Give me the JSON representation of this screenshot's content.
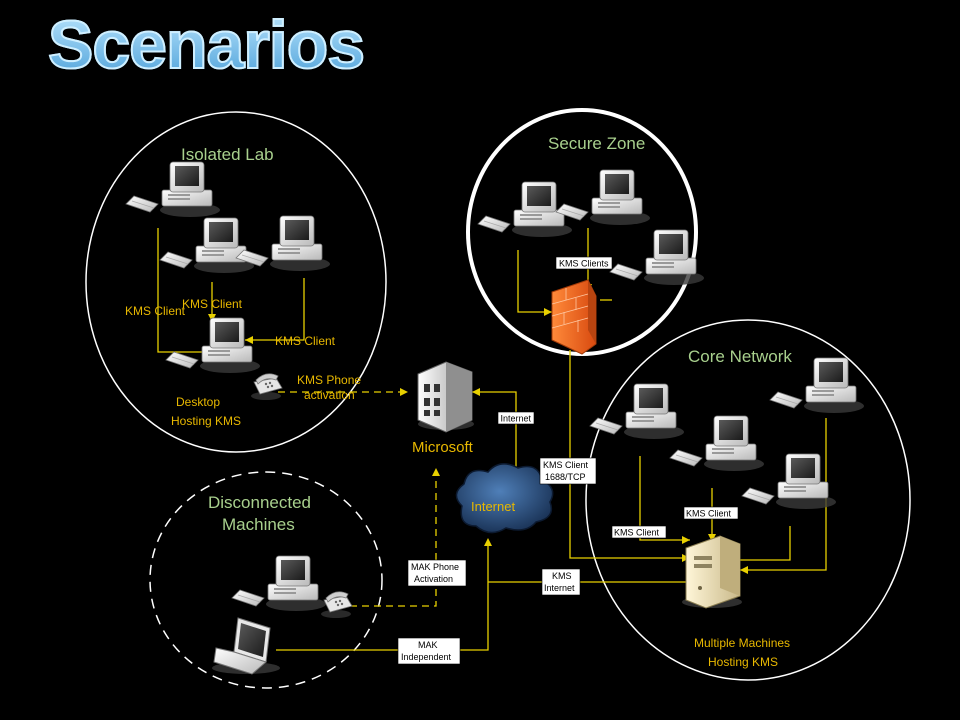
{
  "title": "Scenarios",
  "zones": {
    "isolated_lab": "Isolated Lab",
    "secure_zone": "Secure Zone",
    "core_network": "Core Network",
    "disconnected_line1": "Disconnected",
    "disconnected_line2": "Machines"
  },
  "labels": {
    "kms_client_left": "KMS Client",
    "kms_client_top": "KMS Client",
    "kms_client_right": "KMS Client",
    "desktop_line1": "Desktop",
    "desktop_line2": "Hosting KMS",
    "kms_phone_line1": "KMS Phone",
    "kms_phone_line2": "activation",
    "microsoft": "Microsoft",
    "internet_cloud": "Internet",
    "multiple_line1": "Multiple Machines",
    "multiple_line2": "Hosting KMS"
  },
  "boxes": {
    "kms_clients": "KMS Clients",
    "internet": "Internet",
    "kms_client_tcp_line1": "KMS Client",
    "kms_client_tcp_line2": "1688/TCP",
    "core_kms_client_left": "KMS Client",
    "core_kms_client_right": "KMS Client",
    "kms_internet_line1": "KMS",
    "kms_internet_line2": "Internet",
    "mak_phone_line1": "MAK Phone",
    "mak_phone_line2": "Activation",
    "mak_independent_line1": "MAK",
    "mak_independent_line2": "Independent"
  },
  "colors": {
    "zone_text": "#a8d08d",
    "label_text": "#e8b800",
    "connector": "#e8d000",
    "zone_border": "#ffffff",
    "firewall": "#f26b1d",
    "cloud": "#2a4f80"
  },
  "icons": [
    "desktop-computer-icon",
    "firewall-icon",
    "server-building-icon",
    "cloud-icon",
    "telephone-icon",
    "laptop-icon",
    "tower-server-icon"
  ]
}
